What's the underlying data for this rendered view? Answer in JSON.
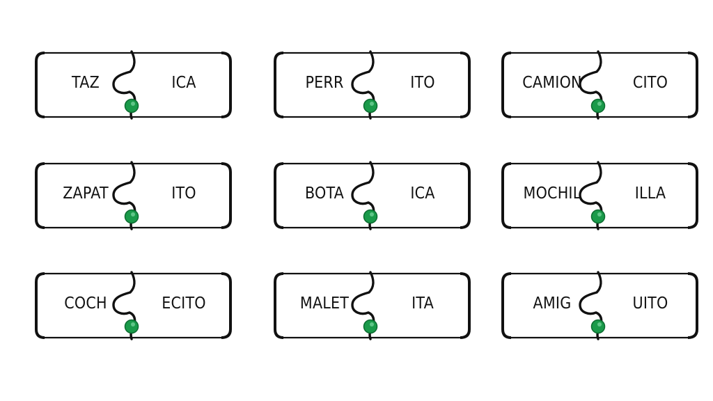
{
  "puzzles": [
    {
      "left": "TAZ",
      "right": "ICA"
    },
    {
      "left": "PERR",
      "right": "ITO"
    },
    {
      "left": "CAMION",
      "right": "CITO"
    },
    {
      "left": "ZAPAT",
      "right": "ITO"
    },
    {
      "left": "BOTA",
      "right": "ICA"
    },
    {
      "left": "MOCHIL",
      "right": "ILLA"
    },
    {
      "left": "COCH",
      "right": "ECITO"
    },
    {
      "left": "MALET",
      "right": "ITA"
    },
    {
      "left": "AMIG",
      "right": "UITO"
    }
  ],
  "colors": {
    "outline": "#111111",
    "knob": "#1a9a4a",
    "knob_dark": "#0c6b30",
    "background": "#ffffff"
  },
  "icons": {
    "knob": "green-dot-icon"
  }
}
